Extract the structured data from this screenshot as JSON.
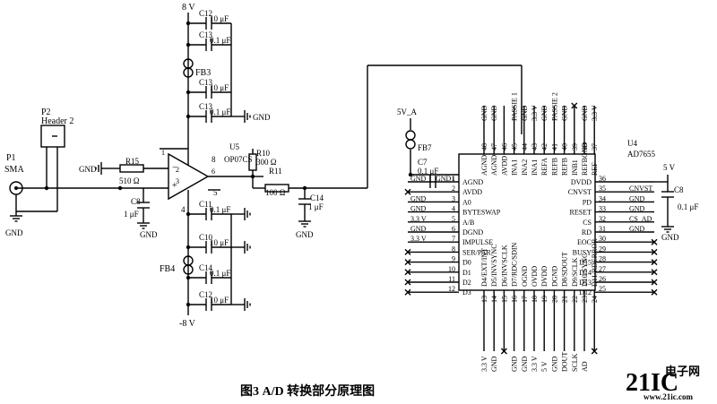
{
  "caption": "图3   A/D 转换部分原理图",
  "watermark": {
    "brand": "21IC",
    "cn": "电子网",
    "url": "www.21ic.com",
    "color": "#c8102e"
  },
  "power": {
    "pos": "8 V",
    "neg": "-8 V",
    "vd": "5V_A",
    "v5": "5 V",
    "gnd": "GND",
    "gnd1": "GND1"
  },
  "parts": {
    "p1_ref": "P1",
    "p1_name": "SMA",
    "p2_ref": "P2",
    "p2_name": "Header 2",
    "r_in": "R15",
    "r_in_val": "510 Ω",
    "r_fb": "R10",
    "r_fb_val": "300 Ω",
    "r_out": "R11",
    "r_out_val": "100 Ω",
    "c_in": "C8",
    "c_in_val": "1 μF",
    "c_out": "C14",
    "c_out_val": "1 μF",
    "c_d": "C7",
    "c_d_val": "0.1 μF",
    "c_r": "C8",
    "c_r_val": "0.1 μF",
    "u_op_ref": "U5",
    "u_op": "OP07CS",
    "u_adc_ref": "U4",
    "u_adc": "AD7655",
    "fb3": "FB3",
    "fb4": "FB4",
    "fb7": "FB7",
    "dec_top": [
      {
        "ref": "C12",
        "val": "10 μF"
      },
      {
        "ref": "C13",
        "val": "0.1 μF"
      },
      {
        "ref": "C13",
        "val": "10 μF"
      },
      {
        "ref": "C13",
        "val": "0.1 μF"
      }
    ],
    "dec_bot": [
      {
        "ref": "C11",
        "val": "0.1 μF"
      },
      {
        "ref": "C10",
        "val": "10 μF"
      },
      {
        "ref": "C14",
        "val": "0.1 μF"
      },
      {
        "ref": "C12",
        "val": "10 μF"
      }
    ],
    "pin_mid": "8",
    "pin_neg": "4",
    "pin_5": "5",
    "pin_1": "1",
    "pin_2": "2",
    "pin_3": "3",
    "pin_6": "6"
  },
  "adc": {
    "left_pins": [
      {
        "num": "1",
        "name": "AGND"
      },
      {
        "num": "2",
        "name": "AVDD"
      },
      {
        "num": "3",
        "name": "A0"
      },
      {
        "num": "4",
        "name": "BYTESWAP"
      },
      {
        "num": "5",
        "name": "A/B"
      },
      {
        "num": "6",
        "name": "DGND"
      },
      {
        "num": "7",
        "name": "IMPULSE"
      },
      {
        "num": "8",
        "name": "SER/PAR"
      },
      {
        "num": "9",
        "name": "D0"
      },
      {
        "num": "10",
        "name": "D1"
      },
      {
        "num": "11",
        "name": "D2"
      },
      {
        "num": "12",
        "name": "D3"
      }
    ],
    "left_nets": [
      "GND",
      "",
      "GND",
      "GND",
      "3.3 V",
      "GND",
      "3.3 V",
      "",
      "",
      "",
      "",
      ""
    ],
    "right_pins": [
      {
        "num": "36",
        "name": "DVDD"
      },
      {
        "num": "35",
        "name": "CNVST"
      },
      {
        "num": "34",
        "name": "PD"
      },
      {
        "num": "33",
        "name": "RESET"
      },
      {
        "num": "32",
        "name": "CS"
      },
      {
        "num": "31",
        "name": "RD"
      },
      {
        "num": "30",
        "name": "EOC"
      },
      {
        "num": "29",
        "name": "BUSY"
      },
      {
        "num": "28",
        "name": "D15"
      },
      {
        "num": "27",
        "name": "D14"
      },
      {
        "num": "26",
        "name": "D13"
      },
      {
        "num": "25",
        "name": "D12"
      }
    ],
    "right_nets": [
      "",
      "CNVST",
      "GND",
      "GND",
      "CS_AD",
      "GND",
      "",
      "",
      "",
      "",
      "",
      ""
    ],
    "top_pins": [
      {
        "num": "48",
        "name": "AGND"
      },
      {
        "num": "47",
        "name": "AGND"
      },
      {
        "num": "46",
        "name": "AVDD"
      },
      {
        "num": "45",
        "name": "INA1"
      },
      {
        "num": "44",
        "name": "INA2"
      },
      {
        "num": "43",
        "name": "INA1"
      },
      {
        "num": "42",
        "name": "REFA"
      },
      {
        "num": "41",
        "name": "REFB"
      },
      {
        "num": "40",
        "name": "REFB"
      },
      {
        "num": "39",
        "name": "INB1"
      },
      {
        "num": "38",
        "name": "REFBGND"
      },
      {
        "num": "37",
        "name": "REF"
      }
    ],
    "top_nets": [
      "GND",
      "GND",
      "",
      "PASSIE 1",
      "GND",
      "3.3 V",
      "GND",
      "PASSIE 2",
      "GND",
      "",
      "GND",
      "3.3 V"
    ],
    "bottom_pins": [
      {
        "num": "13",
        "name": "D4/EXT/INT"
      },
      {
        "num": "14",
        "name": "D5/INVSYNC"
      },
      {
        "num": "15",
        "name": "D6/INVSCLK"
      },
      {
        "num": "16",
        "name": "D7/RDC/SDIN"
      },
      {
        "num": "17",
        "name": "OGND"
      },
      {
        "num": "18",
        "name": "OVDD"
      },
      {
        "num": "19",
        "name": "DVDD"
      },
      {
        "num": "20",
        "name": "DGND"
      },
      {
        "num": "21",
        "name": "D8/SDOUT"
      },
      {
        "num": "22",
        "name": "D9/SCLK"
      },
      {
        "num": "23",
        "name": "D10/SYNC"
      },
      {
        "num": "24",
        "name": "D11/RDERROR"
      }
    ],
    "bottom_nets": [
      "3.3 V",
      "GND",
      "",
      "GND",
      "GND",
      "3.3 V",
      "5 V",
      "GND",
      "DOUT",
      "SCLK",
      "AD",
      ""
    ]
  }
}
